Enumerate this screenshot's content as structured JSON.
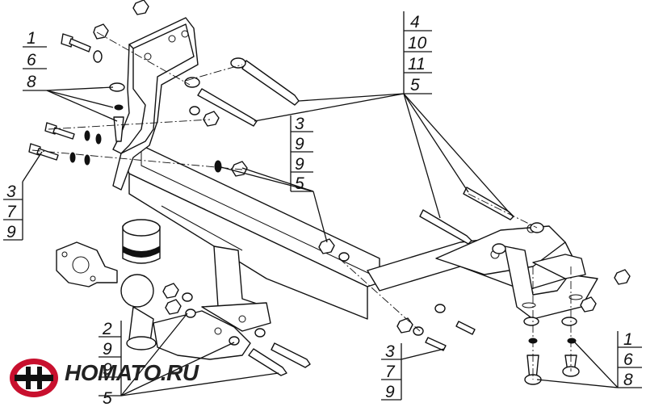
{
  "callouts": [
    {
      "id": "tl",
      "numbers": [
        "1",
        "6",
        "8"
      ]
    },
    {
      "id": "left",
      "numbers": [
        "3",
        "7",
        "9"
      ]
    },
    {
      "id": "center",
      "numbers": [
        "3",
        "9",
        "9",
        "5"
      ]
    },
    {
      "id": "top-right",
      "numbers": [
        "4",
        "10",
        "11",
        "5"
      ]
    },
    {
      "id": "bottom-left",
      "numbers": [
        "2",
        "9",
        "9",
        "5"
      ]
    },
    {
      "id": "bottom-center",
      "numbers": [
        "3",
        "7",
        "9"
      ]
    },
    {
      "id": "bottom-right",
      "numbers": [
        "1",
        "6",
        "8"
      ]
    }
  ],
  "brand": {
    "text": "HOMATO.RU",
    "logo_colors": {
      "ring": "#c8102e",
      "bg": "#ffffff",
      "letter": "#111111"
    }
  },
  "icons": [
    "homato-logo-icon"
  ]
}
